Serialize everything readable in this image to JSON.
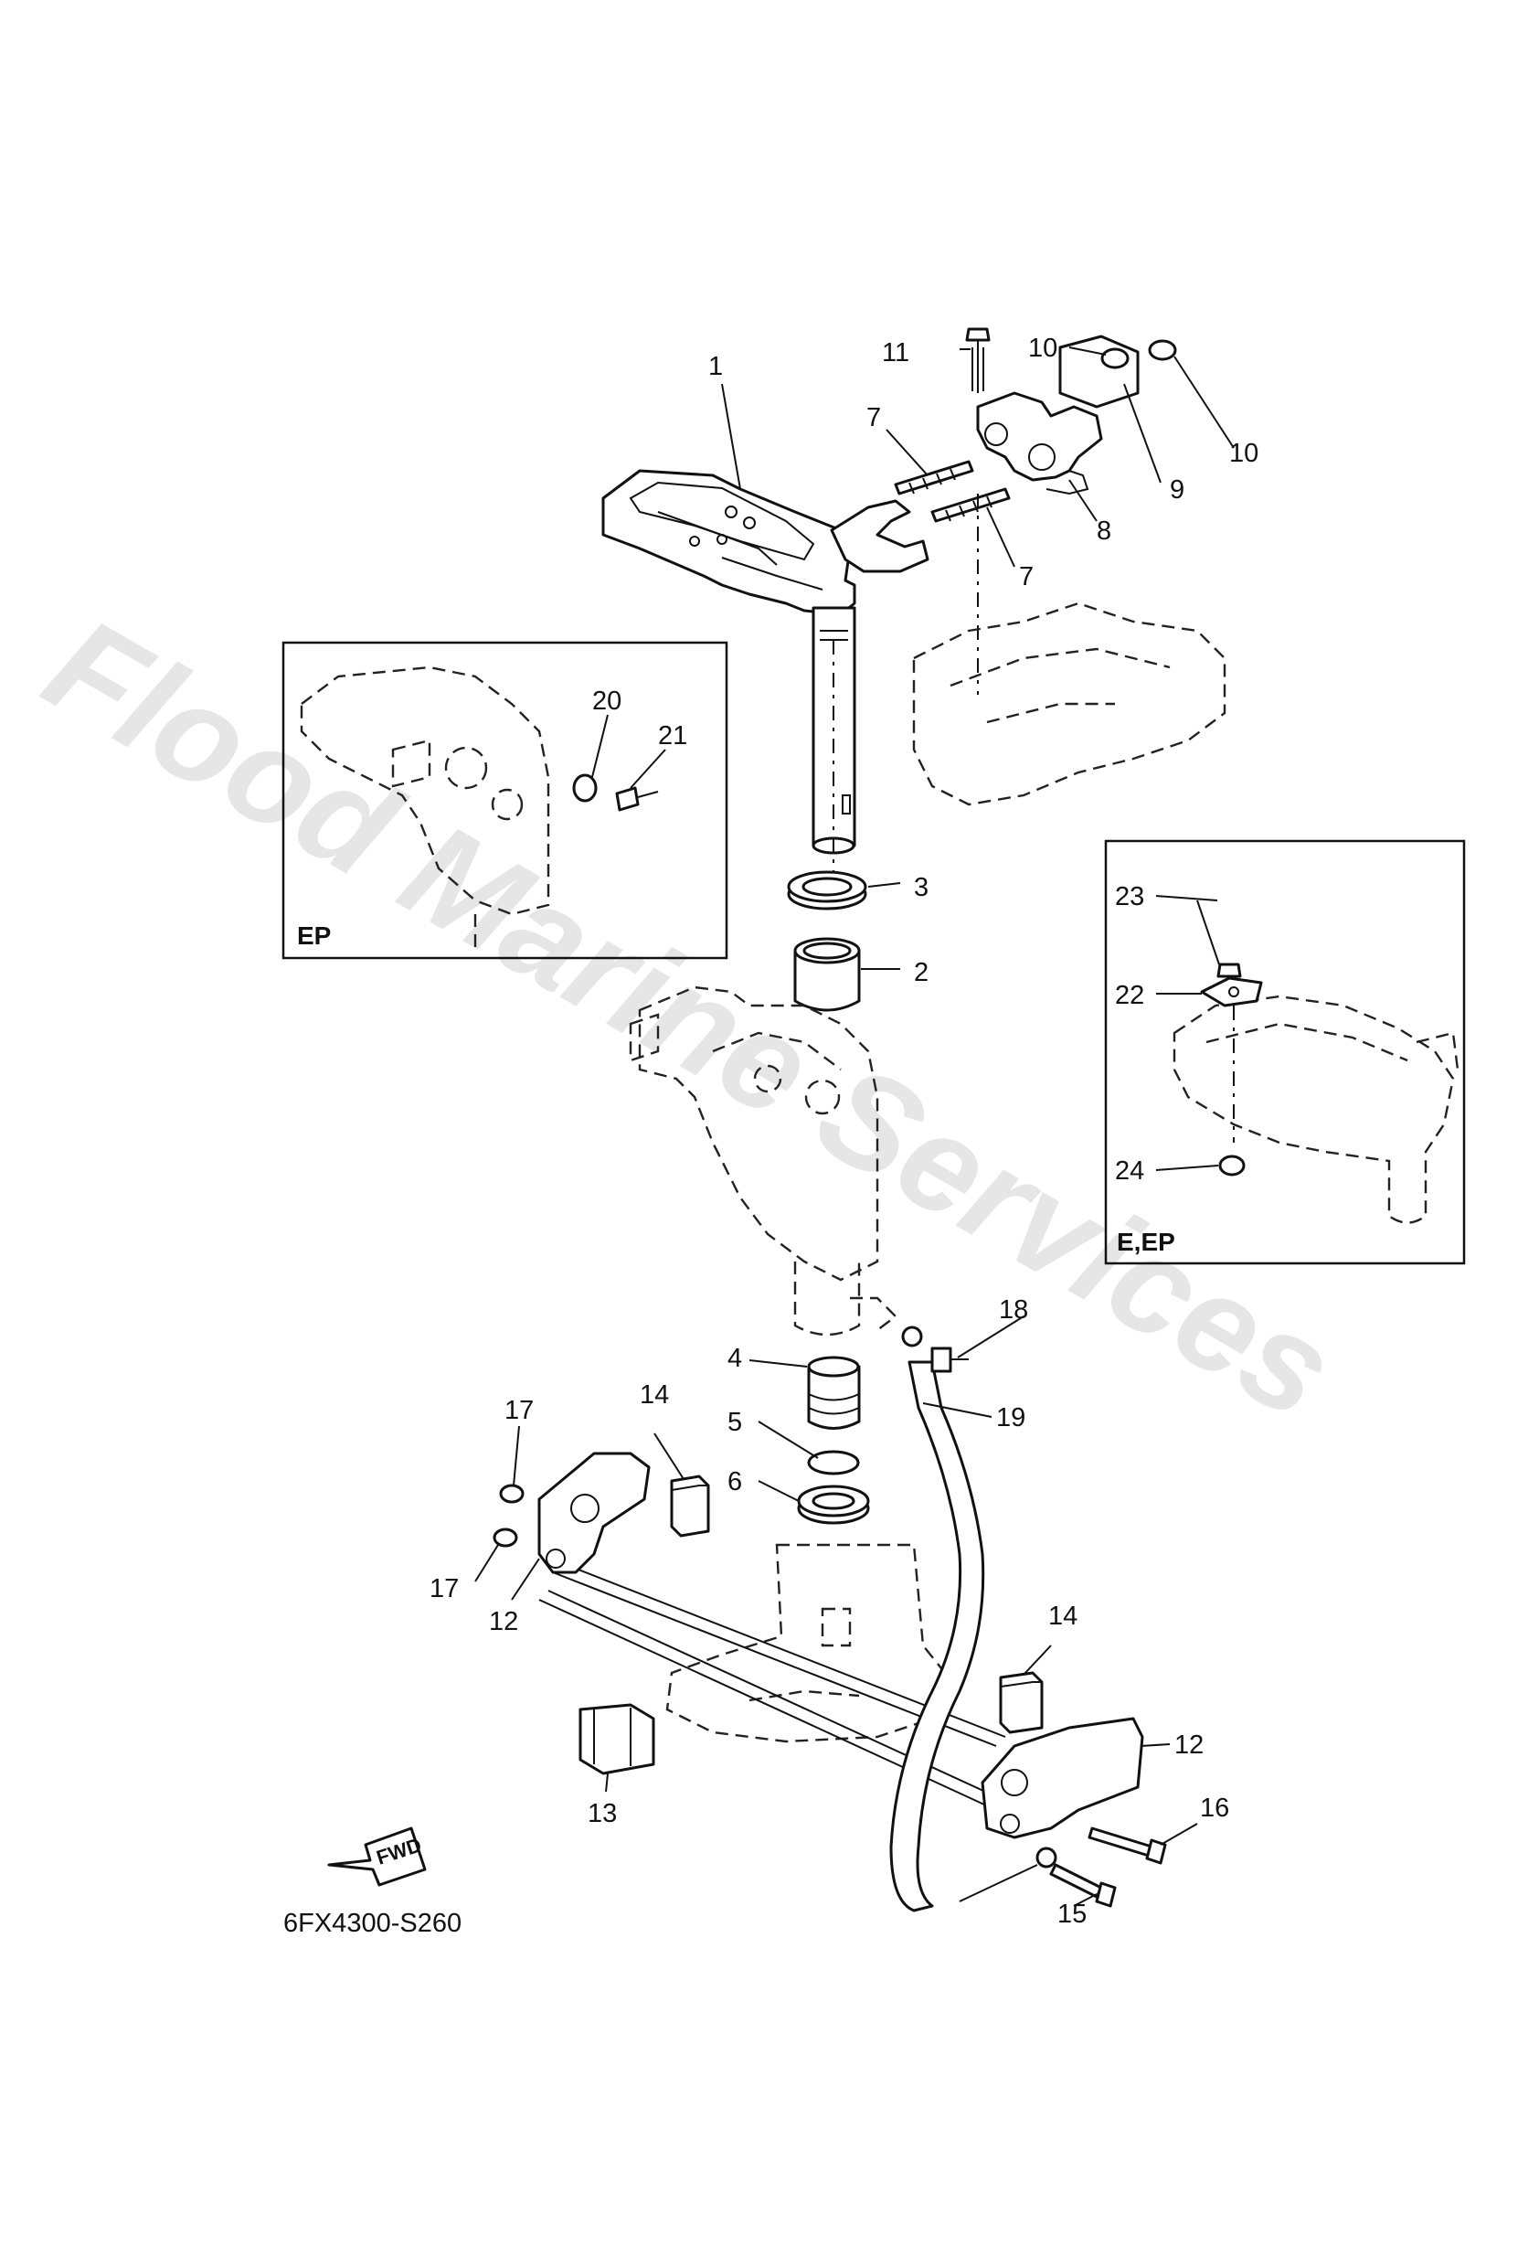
{
  "watermark": "Flood Marine Services",
  "diagram_code": "6FX4300-S260",
  "fwd_label": "FWD",
  "insets": {
    "ep": {
      "label": "EP"
    },
    "e_ep": {
      "label": "E,EP"
    }
  },
  "callouts": [
    {
      "id": "c1",
      "text": "1"
    },
    {
      "id": "c2",
      "text": "2"
    },
    {
      "id": "c3",
      "text": "3"
    },
    {
      "id": "c4",
      "text": "4"
    },
    {
      "id": "c5",
      "text": "5"
    },
    {
      "id": "c6",
      "text": "6"
    },
    {
      "id": "c7a",
      "text": "7"
    },
    {
      "id": "c7b",
      "text": "7"
    },
    {
      "id": "c8",
      "text": "8"
    },
    {
      "id": "c9",
      "text": "9"
    },
    {
      "id": "c10a",
      "text": "10"
    },
    {
      "id": "c10b",
      "text": "10"
    },
    {
      "id": "c11",
      "text": "11"
    },
    {
      "id": "c12a",
      "text": "12"
    },
    {
      "id": "c12b",
      "text": "12"
    },
    {
      "id": "c13",
      "text": "13"
    },
    {
      "id": "c14a",
      "text": "14"
    },
    {
      "id": "c14b",
      "text": "14"
    },
    {
      "id": "c15",
      "text": "15"
    },
    {
      "id": "c16",
      "text": "16"
    },
    {
      "id": "c17a",
      "text": "17"
    },
    {
      "id": "c17b",
      "text": "17"
    },
    {
      "id": "c18",
      "text": "18"
    },
    {
      "id": "c19",
      "text": "19"
    },
    {
      "id": "c20",
      "text": "20"
    },
    {
      "id": "c21",
      "text": "21"
    },
    {
      "id": "c22",
      "text": "22"
    },
    {
      "id": "c23",
      "text": "23"
    },
    {
      "id": "c24",
      "text": "24"
    }
  ]
}
